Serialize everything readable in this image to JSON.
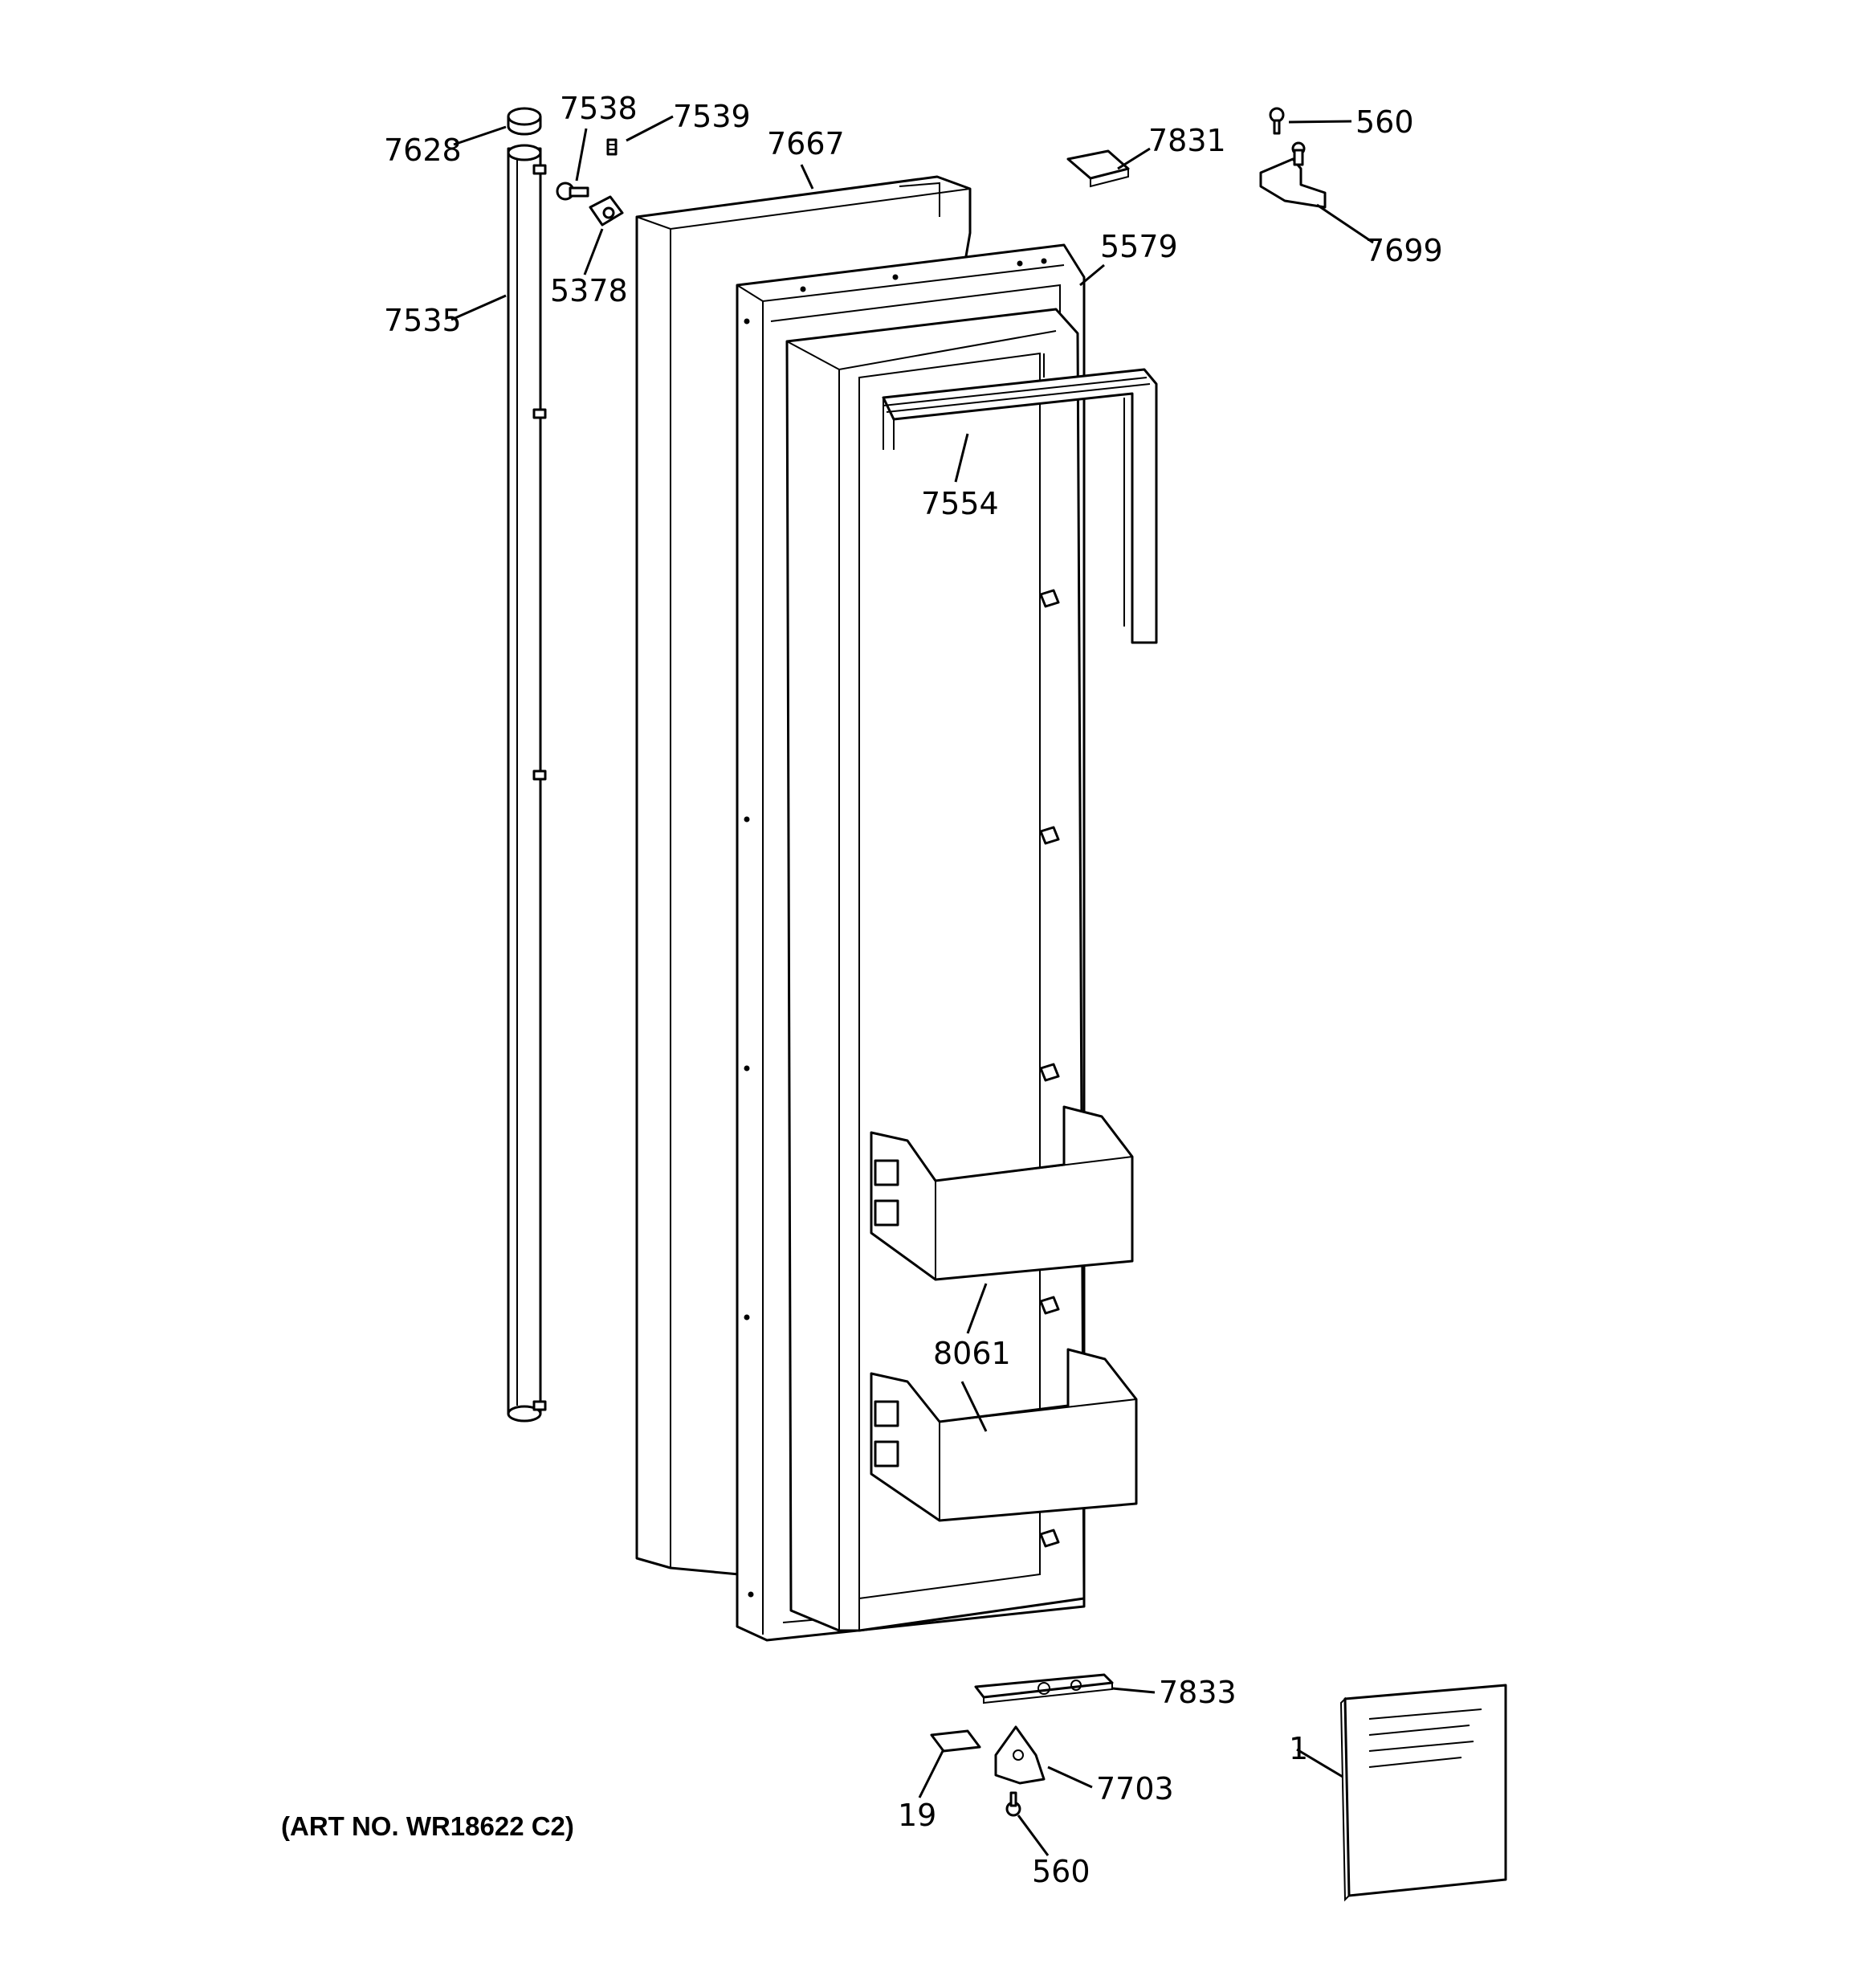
{
  "art_number": "(ART NO. WR18622 C2)",
  "callouts": {
    "c7628": "7628",
    "c7538": "7538",
    "c7539": "7539",
    "c7667": "7667",
    "c7831": "7831",
    "c560_top": "560",
    "c5378": "5378",
    "c5579": "5579",
    "c7699": "7699",
    "c7535": "7535",
    "c7554": "7554",
    "c8061": "8061",
    "c7833": "7833",
    "c1": "1",
    "c7703": "7703",
    "c19": "19",
    "c560_bottom": "560"
  }
}
